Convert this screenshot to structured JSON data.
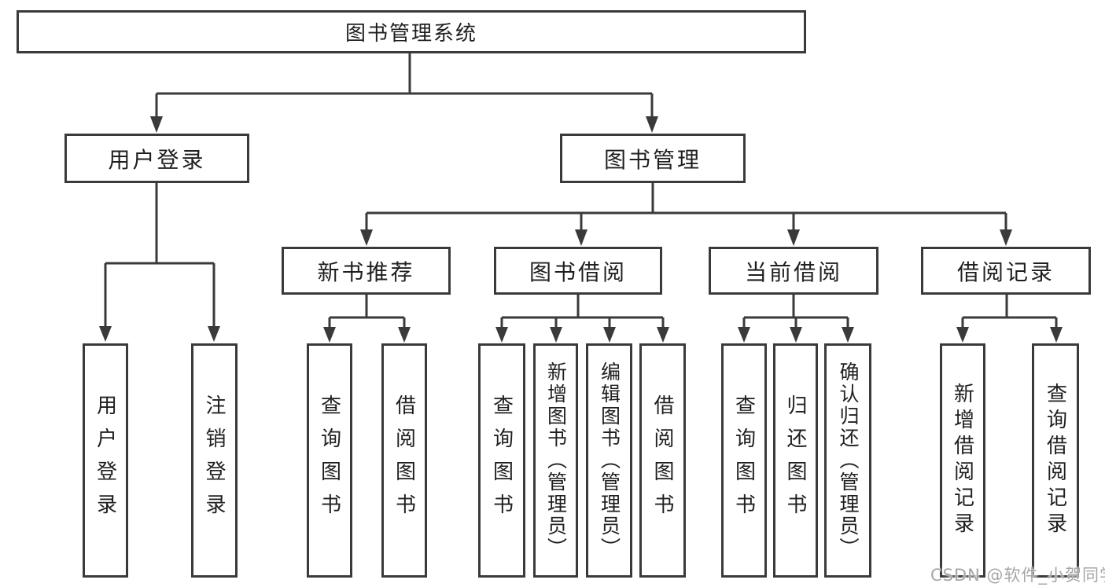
{
  "tree": {
    "root": {
      "label": "图书管理系统"
    },
    "level2": [
      {
        "label": "用户登录"
      },
      {
        "label": "图书管理"
      }
    ],
    "level3": [
      {
        "label": "新书推荐",
        "parent": "图书管理"
      },
      {
        "label": "图书借阅",
        "parent": "图书管理"
      },
      {
        "label": "当前借阅",
        "parent": "图书管理"
      },
      {
        "label": "借阅记录",
        "parent": "图书管理"
      }
    ],
    "leaves": [
      {
        "label": "用户登录",
        "parent": "用户登录"
      },
      {
        "label": "注销登录",
        "parent": "用户登录"
      },
      {
        "label": "查询图书",
        "parent": "新书推荐"
      },
      {
        "label": "借阅图书",
        "parent": "新书推荐"
      },
      {
        "label": "查询图书",
        "parent": "图书借阅"
      },
      {
        "label": "新增图书（管理员）",
        "parent": "图书借阅"
      },
      {
        "label": "编辑图书（管理员）",
        "parent": "图书借阅"
      },
      {
        "label": "借阅图书",
        "parent": "图书借阅"
      },
      {
        "label": "查询图书",
        "parent": "当前借阅"
      },
      {
        "label": "归还图书",
        "parent": "当前借阅"
      },
      {
        "label": "确认归还（管理员）",
        "parent": "当前借阅"
      },
      {
        "label": "新增借阅记录",
        "parent": "借阅记录"
      },
      {
        "label": "查询借阅记录",
        "parent": "借阅记录"
      }
    ]
  },
  "watermark": {
    "text": "CSDN @软件_小贺同学"
  },
  "colors": {
    "line": "#3a3a3a",
    "text": "#1f1f1f",
    "background": "#ffffff",
    "watermark": "#a6a6a6"
  }
}
